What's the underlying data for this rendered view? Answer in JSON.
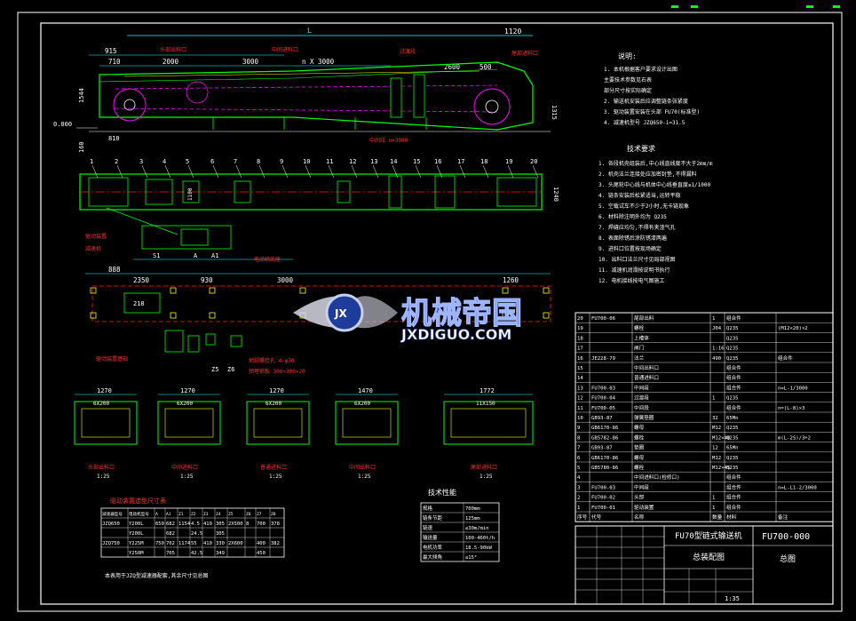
{
  "title_block": {
    "drawing_title_line1": "FU70型链式输送机",
    "drawing_title_line2": "总装配图",
    "drawing_no": "FU700-000",
    "sheet_name": "总图",
    "scale": "1:35"
  },
  "notes": {
    "heading": "说明:",
    "lines": [
      "1. 本机根据客户要求设计出图",
      "   主要技术参数见右表",
      "   部分尺寸按实际确定",
      "2. 输送机安装后应调整链条张紧度",
      "3. 驱动装置安装在头部 FU70(标准型)",
      "4. 减速机型号 JZQ650-i=31.5"
    ]
  },
  "tech_requirements": {
    "heading": "技术要求",
    "lines": [
      "1. 各段机壳组装后,中心线直线度不大于2mm/m",
      "2. 机壳法兰连接处应加密封垫,不得漏料",
      "3. 头尾轮中心线与机体中心线垂直度≤1/1000",
      "4. 链条安装后松紧适当,运转平稳",
      "5. 空载试车不少于2小时,无卡链现象",
      "6. 材料除注明外均为 Q235",
      "7. 焊缝应均匀,不得有夹渣气孔",
      "8. 表面除锈后涂防锈漆两遍",
      "9. 进料口位置按现场确定",
      "10. 出料口法兰尺寸见局部视图",
      "11. 减速机润滑按说明书执行",
      "12. 电机接线按电气图施工"
    ]
  },
  "dimensions": {
    "L": "L",
    "d915": "915",
    "d710": "710",
    "d2000": "2000",
    "d3000": "3000",
    "n3000": "n X 3000",
    "d1120": "1120",
    "d2600": "2600",
    "d500": "500",
    "d1544": "1544",
    "d1315": "1315",
    "d0": "0.000",
    "d160": "160",
    "d810": "810",
    "d1100": "1100",
    "d1240": "1240",
    "d888": "888",
    "d2350": "2350",
    "d930": "930",
    "d3000b": "3000",
    "d1260": "1260",
    "d218": "218",
    "A": "A",
    "A1": "A1",
    "S1": "S1",
    "Z5": "Z5",
    "Z6": "Z6"
  },
  "callouts": [
    "1",
    "2",
    "3",
    "4",
    "5",
    "6",
    "7",
    "8",
    "9",
    "10",
    "11",
    "12",
    "13",
    "14",
    "15",
    "16",
    "17",
    "18",
    "19",
    "20"
  ],
  "section_views": [
    {
      "label": "头部出料口",
      "scale": "1:25",
      "w": "1270",
      "h": "6X200"
    },
    {
      "label": "中间进料口",
      "scale": "1:25",
      "w": "1270",
      "h": "6X200"
    },
    {
      "label": "普通进料口",
      "scale": "1:25",
      "w": "1270",
      "h": "6X200"
    },
    {
      "label": "中间出料口",
      "scale": "1:25",
      "w": "1470",
      "h": "6X200"
    },
    {
      "label": "尾部进料口",
      "scale": "1:25",
      "w": "1772",
      "h": "11X150"
    }
  ],
  "selection_table": {
    "title": "驱动装置选型尺寸表",
    "headers": [
      "减速器型号",
      "电动机型号",
      "A",
      "A1",
      "Z1",
      "Z2",
      "Z3",
      "Z4",
      "Z5",
      "Z6",
      "Z7",
      "Z8"
    ],
    "rows": [
      [
        "JZQ650",
        "Y200L",
        "650",
        "682",
        "1154",
        "4.5",
        "410",
        "305",
        "2X500",
        "8",
        "700",
        "378"
      ],
      [
        "",
        "Y200L",
        "",
        "682",
        "",
        "24.5",
        "",
        "305",
        "",
        "",
        "",
        ""
      ],
      [
        "JZQ750",
        "Y225M",
        "750",
        "702",
        "1174",
        "55",
        "410",
        "330",
        "2X600",
        "",
        "400",
        "382"
      ],
      [
        "",
        "Y250M",
        "",
        "705",
        "",
        "42.5",
        "",
        "349",
        "",
        "",
        "450",
        ""
      ]
    ],
    "footnote": "本表用于JZQ型减速器配套,其余尺寸见总图"
  },
  "params_table": {
    "title": "技术性能",
    "rows": [
      [
        "规格",
        "700mm"
      ],
      [
        "链条节距",
        "125mm"
      ],
      [
        "链速",
        "≤30m/min"
      ],
      [
        "输送量",
        "100-460t/h"
      ],
      [
        "电机功率",
        "18.5-90kW"
      ],
      [
        "最大倾角",
        "≤15°"
      ]
    ]
  },
  "bom": {
    "rows": [
      [
        "20",
        "FU700-06",
        "尾部出料",
        "1",
        "组合件",
        ""
      ],
      [
        "19",
        "",
        "螺栓",
        "J04",
        "Q235",
        "(M12×20)×2"
      ],
      [
        "18",
        "",
        "上槽体",
        "",
        "Q235",
        ""
      ],
      [
        "17",
        "",
        "闸门",
        "1:16",
        "Q235",
        ""
      ],
      [
        "16",
        "JE228-79",
        "法兰",
        "490",
        "Q235",
        "组合件"
      ],
      [
        "15",
        "",
        "中间出料口",
        "",
        "组合件",
        ""
      ],
      [
        "14",
        "",
        "普通进料口",
        "",
        "组合件",
        ""
      ],
      [
        "13",
        "FU700-03",
        "中间段",
        "",
        "组合件",
        "n=L-1/3000"
      ],
      [
        "12",
        "FU700-04",
        "过渡段",
        "1",
        "Q235",
        ""
      ],
      [
        "11",
        "FU700-05",
        "中间段",
        "",
        "组合件",
        "n=(L-8)×3"
      ],
      [
        "10",
        "GB93-87",
        "弹簧垫圈",
        "32",
        "65Mn",
        ""
      ],
      [
        "9",
        "GB6170-86",
        "螺母",
        "M12",
        "Q235",
        ""
      ],
      [
        "8",
        "GB5782-86",
        "螺栓",
        "M12×40",
        "Q235",
        "m(L-2S)/3+2"
      ],
      [
        "7",
        "GB93-87",
        "垫圈",
        "12",
        "65Mn",
        ""
      ],
      [
        "6",
        "GB6170-86",
        "螺母",
        "M12",
        "Q235",
        ""
      ],
      [
        "5",
        "GB5780-86",
        "螺栓",
        "M12×45",
        "Q235",
        ""
      ],
      [
        "4",
        "",
        "中间进料口(检修口)",
        "",
        "组合件",
        ""
      ],
      [
        "3",
        "FU700-03",
        "中间段",
        "",
        "组合件",
        "n=L-L1-2/3000"
      ],
      [
        "2",
        "FU700-02",
        "头部",
        "1",
        "组合件",
        ""
      ],
      [
        "1",
        "FU700-01",
        "驱动装置",
        "1",
        "组合件",
        ""
      ]
    ],
    "header": [
      "序号",
      "代号",
      "名称",
      "数量",
      "材料",
      "备注"
    ]
  },
  "watermark": {
    "text_cn": "机械帝国",
    "text_en": "JXDIGUO.COM",
    "badge": "JX"
  },
  "colors": {
    "background": "#000000",
    "frame": "#ffffff",
    "green": "#00ff00",
    "cyan": "#00ffff",
    "yellow": "#ffff00",
    "red": "#ff2020",
    "magenta": "#ff00ff",
    "watermark_blue": "#2a4fb4"
  }
}
